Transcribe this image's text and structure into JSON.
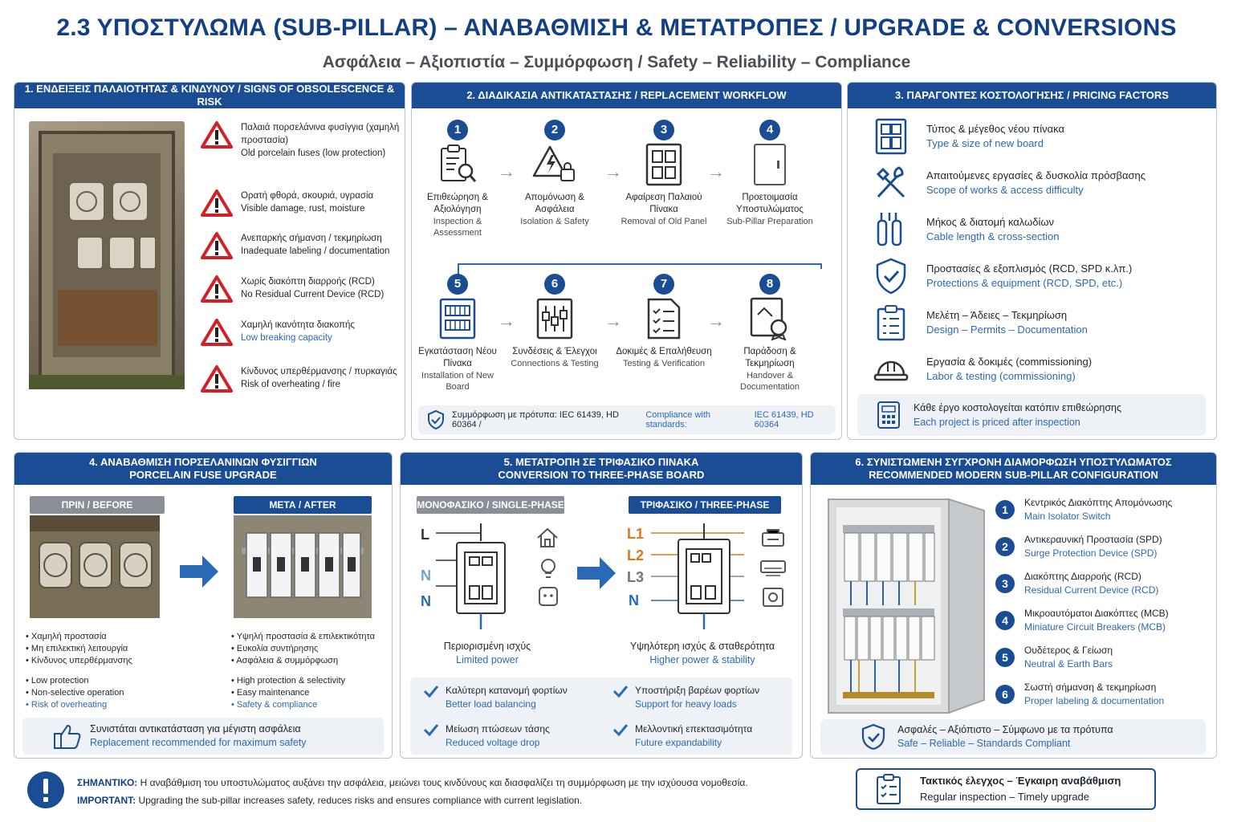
{
  "header": {
    "title": "2.3 ΥΠΟΣΤΥΛΩΜΑ (SUB-PILLAR) – ΑΝΑΒΑΘΜΙΣΗ & ΜΕΤΑΤΡΟΠΕΣ / UPGRADE & CONVERSIONS",
    "subtitle": "Ασφάλεια – Αξιοπιστία – Συμμόρφωση / Safety – Reliability – Compliance"
  },
  "colors": {
    "navy": "#1a4d94",
    "red": "#d32027",
    "orange": "#d87a1c",
    "blue": "#2a69b6"
  },
  "signs": {
    "heading": "1. ΕΝΔΕΙΞΕΙΣ ΠΑΛΑΙΟΤΗΤΑΣ & ΚΙΝΔΥΝΟΥ / SIGNS OF OBSOLESCENCE & RISK",
    "items": [
      {
        "gr": "Παλαιά πορσελάνινα φυσίγγια (χαμηλή προστασία)",
        "en": "Old porcelain fuses (low protection)",
        "icon": "warning-icon"
      },
      {
        "gr": "Ορατή φθορά, σκουριά, υγρασία",
        "en": "Visible damage, rust, moisture",
        "icon": "warning-icon"
      },
      {
        "gr": "Ανεπαρκής σήμανση / τεκμηρίωση",
        "en": "Inadequate labeling / documentation",
        "icon": "warning-icon"
      },
      {
        "gr": "Χωρίς διακόπτη διαρροής (RCD)",
        "en": "No Residual Current Device (RCD)",
        "icon": "warning-icon"
      },
      {
        "gr": "Χαμηλή ικανότητα διακοπής",
        "en": "Low breaking capacity",
        "icon": "warning-icon"
      },
      {
        "gr": "Κίνδυνος υπερθέρμανσης / πυρκαγιάς",
        "en": "Risk of overheating / fire",
        "icon": "warning-icon"
      }
    ]
  },
  "workflow": {
    "heading": "2. ΔΙΑΔΙΚΑΣΙΑ ΑΝΤΙΚΑΤΑΣΤΑΣΗΣ / REPLACEMENT WORKFLOW",
    "steps": [
      {
        "n": "1",
        "gr": "Επιθεώρηση & Αξιολόγηση",
        "en": "Inspection & Assessment",
        "icon": "clipboard-search-icon"
      },
      {
        "n": "2",
        "gr": "Απομόνωση & Ασφάλεια",
        "en": "Isolation & Safety",
        "icon": "lockout-icon"
      },
      {
        "n": "3",
        "gr": "Αφαίρεση Παλαιού Πίνακα",
        "en": "Removal of Old Panel",
        "icon": "old-panel-icon"
      },
      {
        "n": "4",
        "gr": "Προετοιμασία Υποστυλώματος",
        "en": "Sub-Pillar Preparation",
        "icon": "cabinet-icon"
      },
      {
        "n": "5",
        "gr": "Εγκατάσταση Νέου Πίνακα",
        "en": "Installation of New Board",
        "icon": "new-board-icon"
      },
      {
        "n": "6",
        "gr": "Συνδέσεις & Έλεγχοι",
        "en": "Connections & Testing",
        "icon": "connections-icon"
      },
      {
        "n": "7",
        "gr": "Δοκιμές & Επαλήθευση",
        "en": "Testing & Verification",
        "icon": "checklist-icon"
      },
      {
        "n": "8",
        "gr": "Παράδοση & Τεκμηρίωση",
        "en": "Handover & Documentation",
        "icon": "certificate-icon"
      }
    ],
    "compliance_gr": "Συμμόρφωση με πρότυπα: IEC 61439, HD 60364 /",
    "compliance_en": "Compliance with standards:",
    "compliance_std": "IEC 61439, HD 60364"
  },
  "pricing": {
    "heading": "3. ΠΑΡΑΓΟΝΤΕΣ ΚΟΣΤΟΛΟΓΗΣΗΣ / PRICING FACTORS",
    "items": [
      {
        "gr": "Τύπος & μέγεθος νέου πίνακα",
        "en": "Type & size of new board",
        "icon": "board-icon"
      },
      {
        "gr": "Απαιτούμενες εργασίες & δυσκολία πρόσβασης",
        "en": "Scope of works & access difficulty",
        "icon": "tools-icon"
      },
      {
        "gr": "Μήκος & διατομή καλωδίων",
        "en": "Cable length & cross-section",
        "icon": "cable-icon"
      },
      {
        "gr": "Προστασίες & εξοπλισμός (RCD, SPD κ.λπ.)",
        "en": "Protections & equipment (RCD, SPD, etc.)",
        "icon": "shield-check-icon"
      },
      {
        "gr": "Μελέτη – Άδειες – Τεκμηρίωση",
        "en": "Design – Permits – Documentation",
        "icon": "clipboard-icon"
      },
      {
        "gr": "Εργασία & δοκιμές (commissioning)",
        "en": "Labor & testing (commissioning)",
        "icon": "hardhat-icon"
      }
    ],
    "note_gr": "Κάθε έργο κοστολογείται κατόπιν επιθεώρησης",
    "note_en": "Each project is priced after inspection"
  },
  "porcelain": {
    "heading_gr": "4. ΑΝΑΒΑΘΜΙΣΗ ΠΟΡΣΕΛΑΝΙΝΩΝ ΦΥΣΙΓΓΙΩΝ",
    "heading_en": "PORCELAIN FUSE UPGRADE",
    "before_label": "ΠΡΙΝ / BEFORE",
    "after_label": "ΜΕΤΑ / AFTER",
    "before_gr": [
      "Χαμηλή προστασία",
      "Μη επιλεκτική λειτουργία",
      "Κίνδυνος υπερθέρμανσης"
    ],
    "before_en": [
      "Low protection",
      "Non-selective operation",
      "Risk of overheating"
    ],
    "after_gr": [
      "Υψηλή προστασία & επιλεκτικότητα",
      "Ευκολία συντήρησης",
      "Ασφάλεια & συμμόρφωση"
    ],
    "after_en": [
      "High protection & selectivity",
      "Easy maintenance",
      "Safety & compliance"
    ],
    "rec_gr": "Συνιστάται αντικατάσταση για μέγιστη ασφάλεια",
    "rec_en": "Replacement recommended for maximum safety"
  },
  "conversion": {
    "heading_gr": "5. ΜΕΤΑΤΡΟΠΗ ΣΕ ΤΡΙΦΑΣΙΚΟ ΠΙΝΑΚΑ",
    "heading_en": "CONVERSION TO THREE-PHASE BOARD",
    "single_label": "ΜΟΝΟΦΑΣΙΚΟ / SINGLE-PHASE",
    "three_label": "ΤΡΙΦΑΣΙΚΟ / THREE-PHASE",
    "single_lines": [
      "L",
      "N",
      "N"
    ],
    "three_lines": [
      "L1",
      "L2",
      "L3",
      "N"
    ],
    "single_gr": "Περιορισμένη ισχύς",
    "single_en": "Limited power",
    "three_gr": "Υψηλότερη ισχύς & σταθερότητα",
    "three_en": "Higher power & stability",
    "benefits": [
      {
        "gr": "Καλύτερη κατανομή φορτίων",
        "en": "Better load balancing"
      },
      {
        "gr": "Υποστήριξη βαρέων φορτίων",
        "en": "Support for heavy loads"
      },
      {
        "gr": "Μείωση πτώσεων τάσης",
        "en": "Reduced voltage drop"
      },
      {
        "gr": "Μελλοντική επεκτασιμότητα",
        "en": "Future expandability"
      }
    ]
  },
  "config": {
    "heading_gr": "6. ΣΥΝΙΣΤΩΜΕΝΗ ΣΥΓΧΡΟΝΗ ΔΙΑΜΟΡΦΩΣΗ ΥΠΟΣΤΥΛΩΜΑΤΟΣ",
    "heading_en": "RECOMMENDED MODERN SUB-PILLAR CONFIGURATION",
    "items": [
      {
        "n": "1",
        "gr": "Κεντρικός Διακόπτης Απομόνωσης",
        "en": "Main Isolator Switch"
      },
      {
        "n": "2",
        "gr": "Αντικεραυνική Προστασία (SPD)",
        "en": "Surge Protection Device (SPD)"
      },
      {
        "n": "3",
        "gr": "Διακόπτης Διαρροής (RCD)",
        "en": "Residual Current Device (RCD)"
      },
      {
        "n": "4",
        "gr": "Μικροαυτόματοι Διακόπτες (MCB)",
        "en": "Miniature Circuit Breakers (MCB)"
      },
      {
        "n": "5",
        "gr": "Ουδέτερος & Γείωση",
        "en": "Neutral & Earth Bars"
      },
      {
        "n": "6",
        "gr": "Σωστή σήμανση & τεκμηρίωση",
        "en": "Proper labeling & documentation"
      }
    ],
    "note_gr": "Ασφαλές – Αξιόπιστο – Σύμφωνο με τα πρότυπα",
    "note_en": "Safe – Reliable – Standards Compliant"
  },
  "footer": {
    "important_label_gr": "ΣΗΜΑΝΤΙΚΟ:",
    "important_gr": "Η αναβάθμιση του υποστυλώματος αυξάνει την ασφάλεια, μειώνει τους κινδύνους και διασφαλίζει τη συμμόρφωση με την ισχύουσα νομοθεσία.",
    "important_label_en": "IMPORTANT:",
    "important_en": "Upgrading the sub-pillar increases safety, reduces risks and ensures compliance with current legislation.",
    "reminder_gr": "Τακτικός έλεγχος – Έγκαιρη αναβάθμιση",
    "reminder_en": "Regular inspection – Timely upgrade"
  }
}
